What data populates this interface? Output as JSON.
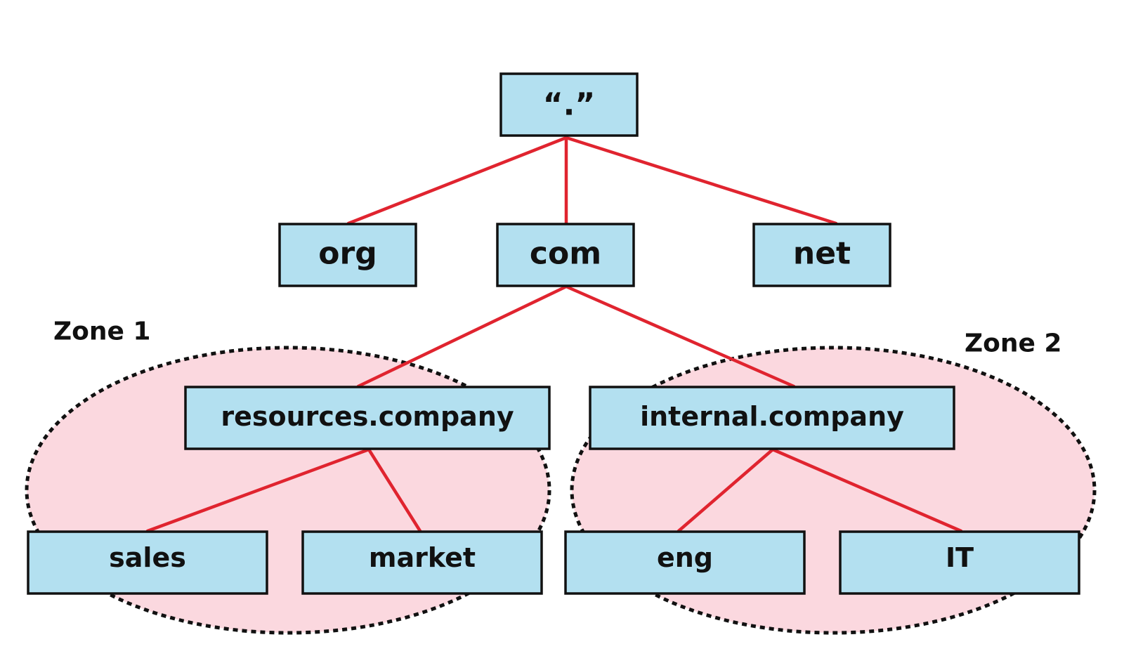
{
  "colors": {
    "node_fill": "#b3e0f0",
    "edge": "#e0242f",
    "zone_fill": "#fbd8df",
    "zone_stroke": "#111111",
    "text": "#111111"
  },
  "zones": {
    "zone1": {
      "label": "Zone 1"
    },
    "zone2": {
      "label": "Zone 2"
    }
  },
  "nodes": {
    "root": {
      "label": "“.”"
    },
    "org": {
      "label": "org"
    },
    "com": {
      "label": "com"
    },
    "net": {
      "label": "net"
    },
    "resources": {
      "label": "resources.company"
    },
    "internal": {
      "label": "internal.company"
    },
    "sales": {
      "label": "sales"
    },
    "market": {
      "label": "market"
    },
    "eng": {
      "label": "eng"
    },
    "it": {
      "label": "IT"
    }
  },
  "edges": [
    {
      "from": "root",
      "to": "org"
    },
    {
      "from": "root",
      "to": "com"
    },
    {
      "from": "root",
      "to": "net"
    },
    {
      "from": "com",
      "to": "resources"
    },
    {
      "from": "com",
      "to": "internal"
    },
    {
      "from": "resources",
      "to": "sales"
    },
    {
      "from": "resources",
      "to": "market"
    },
    {
      "from": "internal",
      "to": "eng"
    },
    {
      "from": "internal",
      "to": "it"
    }
  ]
}
